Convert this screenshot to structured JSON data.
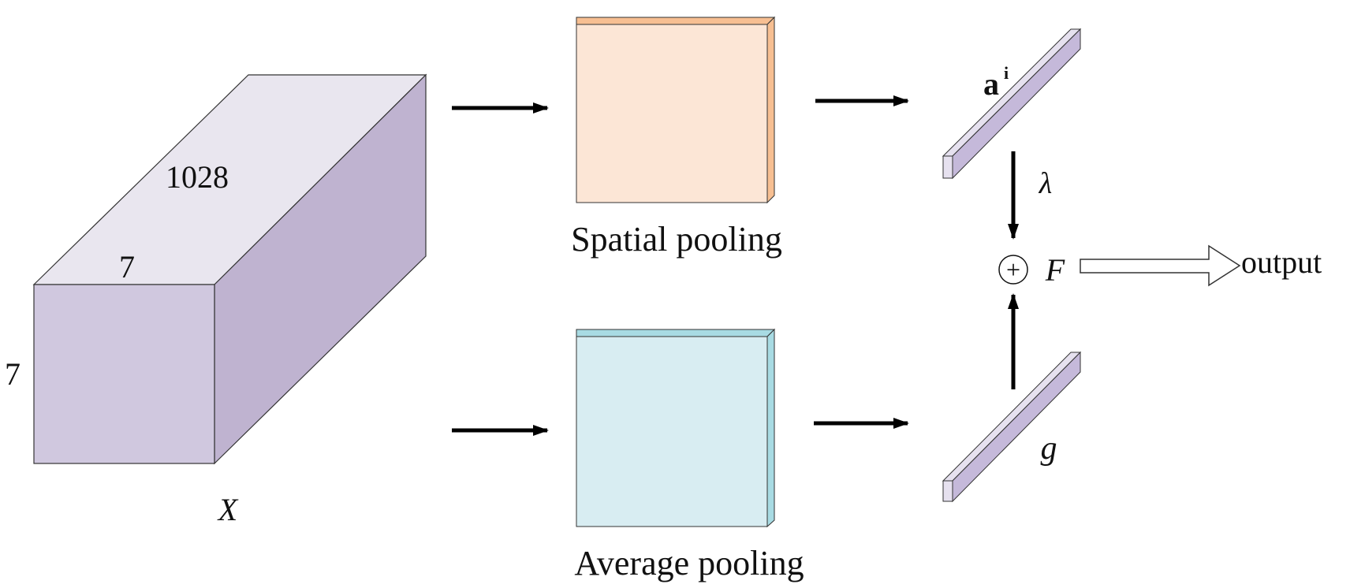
{
  "diagram": {
    "input": {
      "dim_depth": "1028",
      "dim_width": "7",
      "dim_height": "7",
      "variable": "X"
    },
    "branches": {
      "spatial": {
        "label": "Spatial pooling"
      },
      "average": {
        "label": "Average pooling"
      }
    },
    "vectors": {
      "top": {
        "base": "a",
        "superscript": "i"
      },
      "bottom": {
        "label": "g"
      }
    },
    "fusion": {
      "operator": "+",
      "weight": "λ",
      "result": "F",
      "output": "output"
    },
    "colors": {
      "cube_front": "#d0c8df",
      "cube_top": "#e9e6ef",
      "cube_side": "#bfb3d0",
      "spatial_face": "#fce6d6",
      "spatial_edge": "#f7bf92",
      "average_face": "#d8edf2",
      "average_edge": "#a8dbe3",
      "vector_face": "#c5b9da",
      "vector_end": "#e6e1ef",
      "stroke": "#333333"
    }
  }
}
